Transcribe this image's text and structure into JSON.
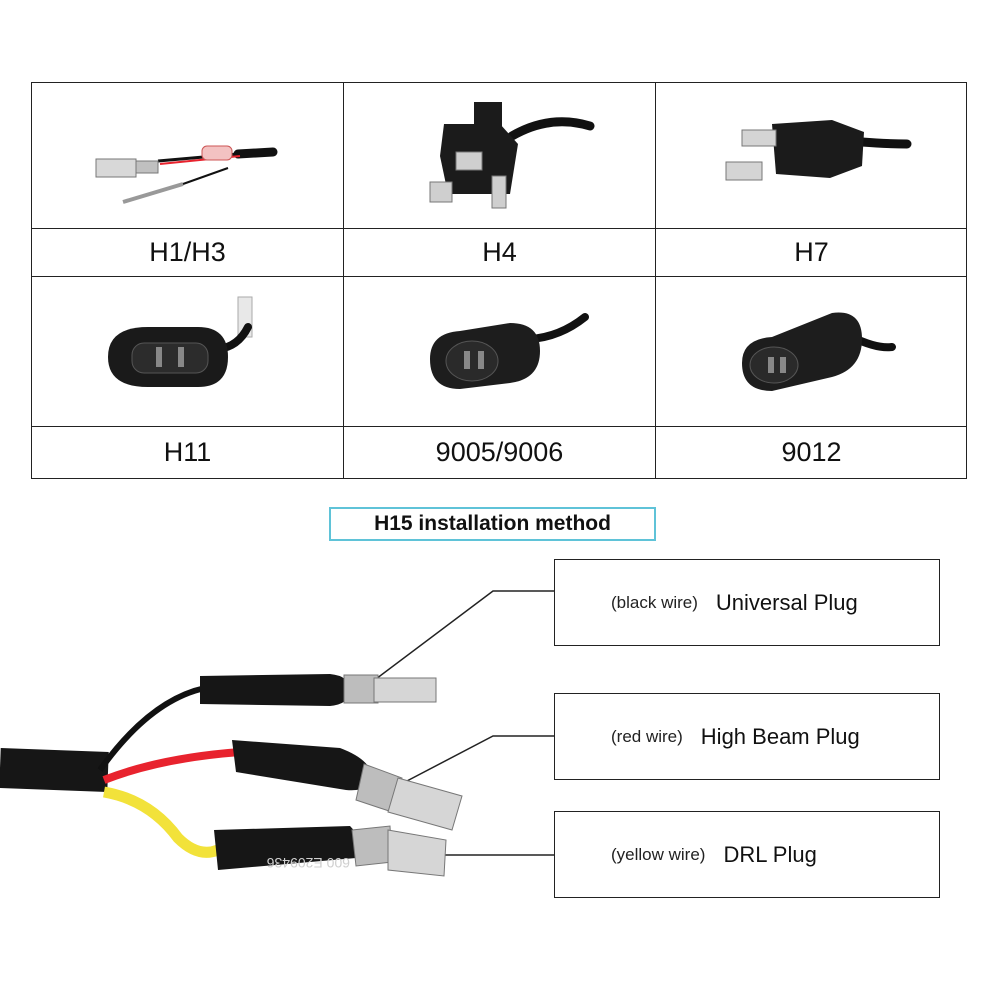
{
  "connectors": [
    {
      "label": "H1/H3",
      "icon": "h1-h3-pin-connector-icon"
    },
    {
      "label": "H4",
      "icon": "h4-connector-icon"
    },
    {
      "label": "H7",
      "icon": "h7-connector-icon"
    },
    {
      "label": "H11",
      "icon": "h11-connector-icon"
    },
    {
      "label": "9005/9006",
      "icon": "9005-9006-connector-icon"
    },
    {
      "label": "9012",
      "icon": "9012-connector-icon"
    }
  ],
  "method": {
    "title": "H15 installation method",
    "border_color": "#5fc3d8"
  },
  "plugs": [
    {
      "wire": "(black wire)",
      "name": "Universal Plug",
      "wire_color": "#111111"
    },
    {
      "wire": "(red wire)",
      "name": "High Beam Plug",
      "wire_color": "#e8232e"
    },
    {
      "wire": "(yellow wire)",
      "name": "DRL Plug",
      "wire_color": "#f2e23a"
    }
  ],
  "sleeve_print": "600 E209436"
}
